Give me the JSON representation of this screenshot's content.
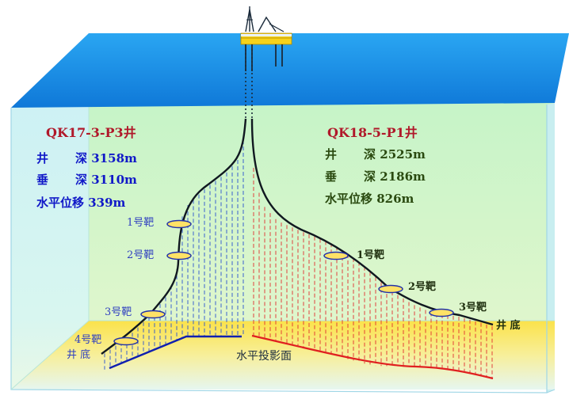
{
  "colors": {
    "sea": "#1e8ee6",
    "water": "#d6f4f6",
    "left_well": "#1020b0",
    "right_well": "#e02020",
    "curve": "#101820"
  },
  "well_left": {
    "name": "QK17-3-P3井",
    "rows": [
      {
        "label_a": "井",
        "label_b": "深",
        "value": "3158m"
      },
      {
        "label_a": "垂",
        "label_b": "深",
        "value": "3110m"
      },
      {
        "label": "水平位移",
        "value": "339m"
      }
    ],
    "targets": [
      "1号靶",
      "2号靶",
      "3号靶",
      "4号靶"
    ],
    "bottom": "井 底"
  },
  "well_right": {
    "name": "QK18-5-P1井",
    "rows": [
      {
        "label_a": "井",
        "label_b": "深",
        "value": "2525m"
      },
      {
        "label_a": "垂",
        "label_b": "深",
        "value": "2186m"
      },
      {
        "label": "水平位移",
        "value": "826m"
      }
    ],
    "targets": [
      "1号靶",
      "2号靶",
      "3号靶"
    ],
    "bottom": "井 底"
  },
  "projection_label": "水平投影面",
  "icons": [
    "platform-icon",
    "target-ellipse-icon"
  ]
}
